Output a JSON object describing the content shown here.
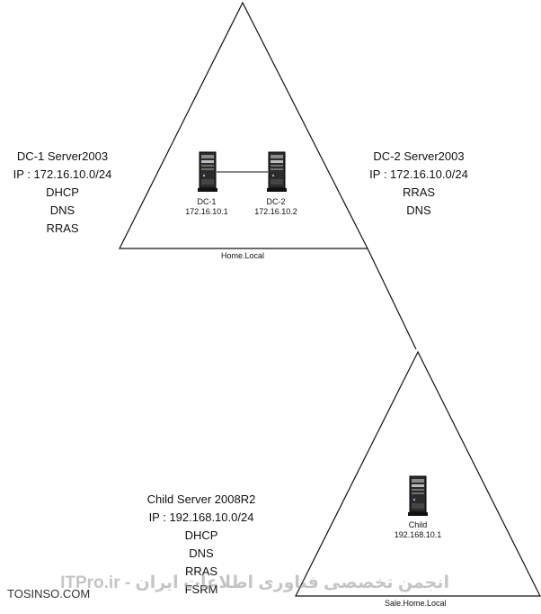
{
  "dc1_info": {
    "title": "DC-1 Server2003",
    "ip": "IP : 172.16.10.0/24",
    "services": [
      "DHCP",
      "DNS",
      "RRAS"
    ]
  },
  "dc2_info": {
    "title": "DC-2 Server2003",
    "ip": "IP : 172.16.10.0/24",
    "services": [
      "RRAS",
      "DNS"
    ]
  },
  "child_info": {
    "title": "Child Server 2008R2",
    "ip": "IP : 192.168.10.0/24",
    "services": [
      "DHCP",
      "DNS",
      "RRAS",
      "FSRM"
    ]
  },
  "servers": {
    "dc1": {
      "name": "DC-1",
      "ip": "172.16.10.1"
    },
    "dc2": {
      "name": "DC-2",
      "ip": "172.16.10.2"
    },
    "child": {
      "name": "Child",
      "ip": "192.168.10.1"
    }
  },
  "domains": {
    "parent": "Home.Local",
    "child": "Sale.Home.Local"
  },
  "watermark": "انجمن تخصصی فناوری اطلاعات ایران - ITPro.ir",
  "corner_watermark": "TOSINSO.COM"
}
